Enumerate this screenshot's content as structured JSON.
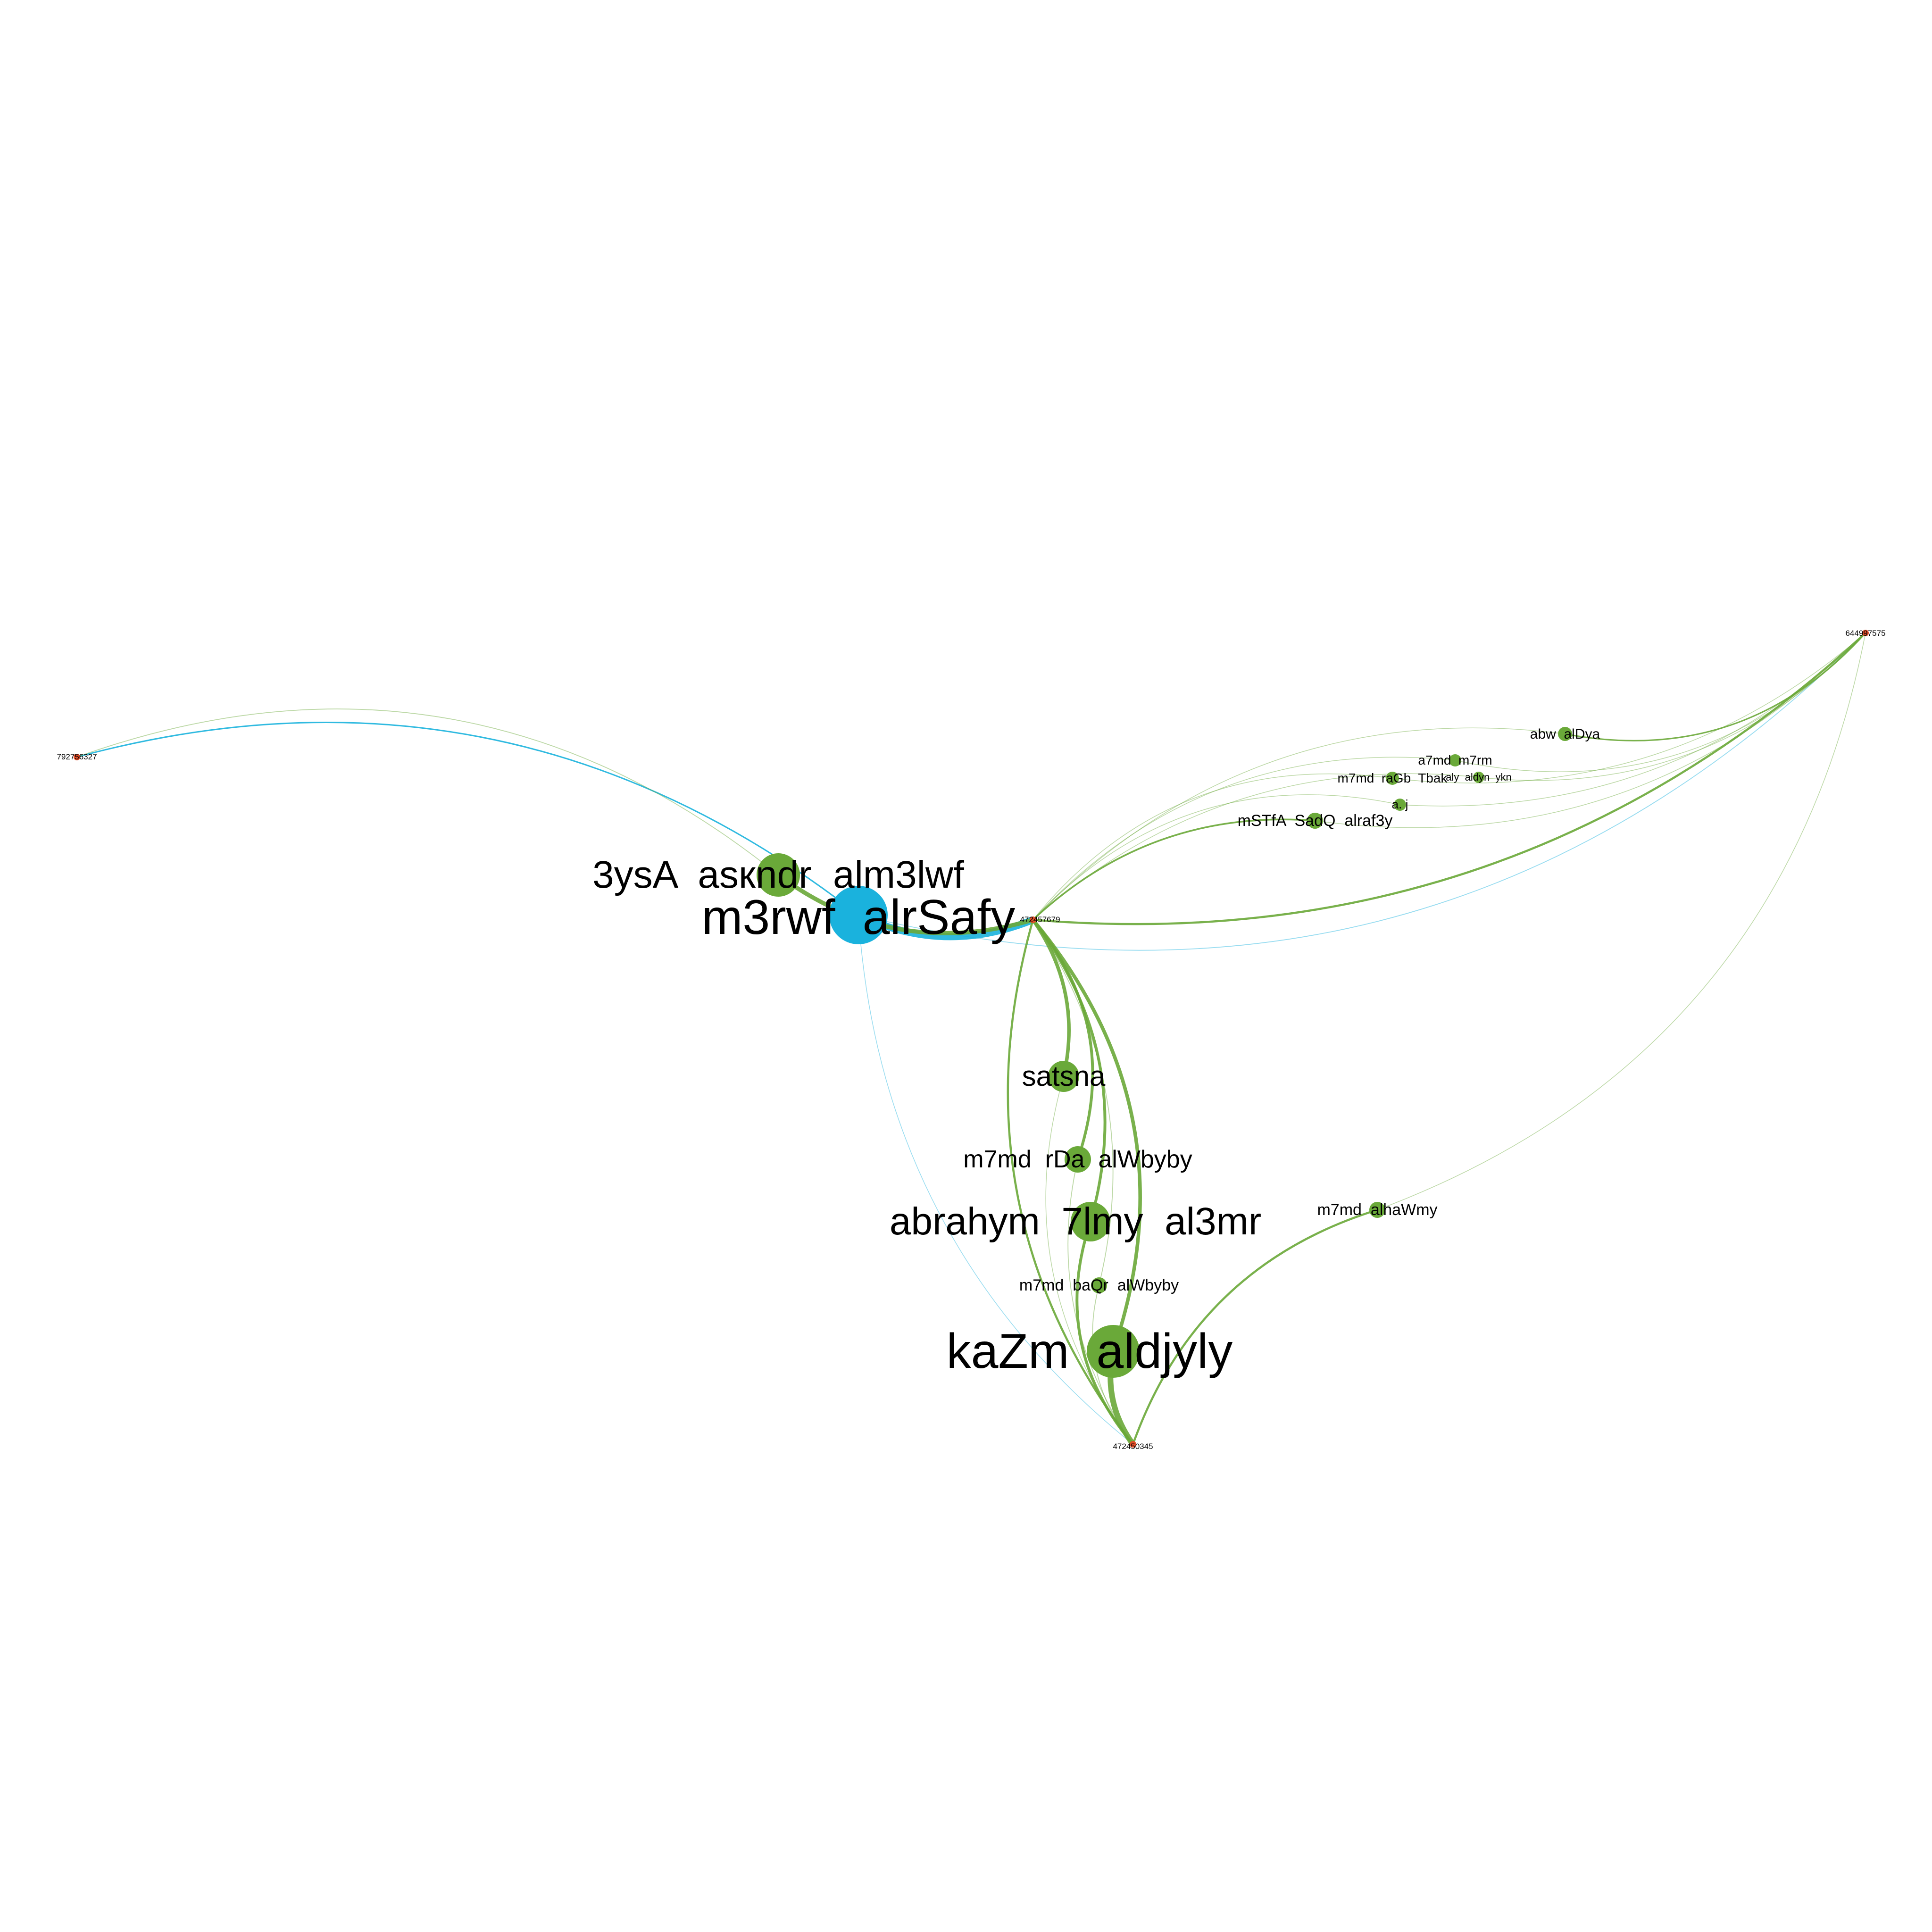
{
  "colors": {
    "green": "#6aa939",
    "blue": "#1ab2dd",
    "red": "#e14d28",
    "label": "#000000",
    "background": "#ffffff"
  },
  "nodes": [
    {
      "id": "m3rwf",
      "label": "m3rwf  alrSafy",
      "kind": "blue"
    },
    {
      "id": "kazm",
      "label": "kaZm  aldjyly",
      "kind": "green"
    },
    {
      "id": "abrahym",
      "label": "abrahym  7lmy  al3mr",
      "kind": "green"
    },
    {
      "id": "3ysa",
      "label": "3ysA  asкndr  alm3lwf",
      "kind": "green"
    },
    {
      "id": "satsna",
      "label": "satsna",
      "kind": "green"
    },
    {
      "id": "rda",
      "label": "m7md  rDa  alWbyby",
      "kind": "green"
    },
    {
      "id": "baqr",
      "label": "m7md  baQr  alWbyby",
      "kind": "green"
    },
    {
      "id": "alhawmy",
      "label": "m7md  alhaWmy",
      "kind": "green"
    },
    {
      "id": "mstfa",
      "label": "mSTfA  SadQ  alraf3y",
      "kind": "green"
    },
    {
      "id": "raGb",
      "label": "m7md  raGb  Tbak",
      "kind": "green"
    },
    {
      "id": "a7md",
      "label": "a7md  m7rm",
      "kind": "green"
    },
    {
      "id": "aldyn",
      "label": "aly  aldyn  ykn",
      "kind": "green"
    },
    {
      "id": "aj",
      "label": "a. j",
      "kind": "green"
    },
    {
      "id": "abw",
      "label": "abw  alDya",
      "kind": "green"
    },
    {
      "id": "h472457679",
      "label": "472457679",
      "kind": "red"
    },
    {
      "id": "h472450345",
      "label": "472450345",
      "kind": "red"
    },
    {
      "id": "h644997575",
      "label": "644997575",
      "kind": "red"
    },
    {
      "id": "h792756327",
      "label": "792756327",
      "kind": "red"
    }
  ],
  "edges": [
    {
      "source": "m3rwf",
      "target": "h472457679",
      "color": "blue",
      "weight": 5
    },
    {
      "source": "m3rwf",
      "target": "h792756327",
      "color": "blue",
      "weight": 1
    },
    {
      "source": "m3rwf",
      "target": "h644997575",
      "color": "blue",
      "weight": 0.6
    },
    {
      "source": "m3rwf",
      "target": "h472450345",
      "color": "blue",
      "weight": 0.5
    },
    {
      "source": "3ysa",
      "target": "h472457679",
      "color": "green",
      "weight": 3
    },
    {
      "source": "3ysa",
      "target": "h792756327",
      "color": "green",
      "weight": 0.6
    },
    {
      "source": "satsna",
      "target": "h472457679",
      "color": "green",
      "weight": 2.5
    },
    {
      "source": "satsna",
      "target": "h472450345",
      "color": "green",
      "weight": 0.5
    },
    {
      "source": "rda",
      "target": "h472457679",
      "color": "green",
      "weight": 2
    },
    {
      "source": "rda",
      "target": "h472450345",
      "color": "green",
      "weight": 0.6
    },
    {
      "source": "abrahym",
      "target": "h472457679",
      "color": "green",
      "weight": 2
    },
    {
      "source": "abrahym",
      "target": "h472450345",
      "color": "green",
      "weight": 2
    },
    {
      "source": "baqr",
      "target": "h472457679",
      "color": "green",
      "weight": 0.6
    },
    {
      "source": "baqr",
      "target": "h472450345",
      "color": "green",
      "weight": 0.6
    },
    {
      "source": "kazm",
      "target": "h472457679",
      "color": "green",
      "weight": 2.5
    },
    {
      "source": "kazm",
      "target": "h472450345",
      "color": "green",
      "weight": 4
    },
    {
      "source": "alhawmy",
      "target": "h472450345",
      "color": "green",
      "weight": 1.5
    },
    {
      "source": "alhawmy",
      "target": "h644997575",
      "color": "green",
      "weight": 0.5
    },
    {
      "source": "mstfa",
      "target": "h472457679",
      "color": "green",
      "weight": 1.2
    },
    {
      "source": "mstfa",
      "target": "h644997575",
      "color": "green",
      "weight": 0.5
    },
    {
      "source": "raGb",
      "target": "h472457679",
      "color": "green",
      "weight": 0.5
    },
    {
      "source": "raGb",
      "target": "h644997575",
      "color": "green",
      "weight": 0.5
    },
    {
      "source": "a7md",
      "target": "h472457679",
      "color": "green",
      "weight": 0.5
    },
    {
      "source": "a7md",
      "target": "h644997575",
      "color": "green",
      "weight": 0.5
    },
    {
      "source": "aldyn",
      "target": "h472457679",
      "color": "green",
      "weight": 0.5
    },
    {
      "source": "aldyn",
      "target": "h644997575",
      "color": "green",
      "weight": 0.5
    },
    {
      "source": "aj",
      "target": "h472457679",
      "color": "green",
      "weight": 0.5
    },
    {
      "source": "aj",
      "target": "h644997575",
      "color": "green",
      "weight": 0.5
    },
    {
      "source": "abw",
      "target": "h472457679",
      "color": "green",
      "weight": 0.5
    },
    {
      "source": "abw",
      "target": "h644997575",
      "color": "green",
      "weight": 1
    },
    {
      "source": "h472457679",
      "target": "h644997575",
      "color": "green",
      "weight": 1.5
    },
    {
      "source": "h472457679",
      "target": "h472450345",
      "color": "green",
      "weight": 1.5
    }
  ]
}
